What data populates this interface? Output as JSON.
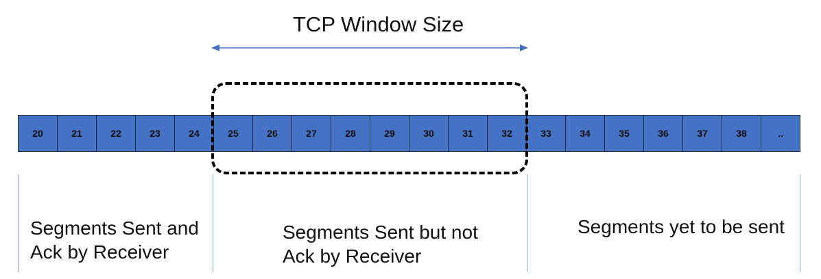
{
  "title": "TCP Window Size",
  "segments": [
    "20",
    "21",
    "22",
    "23",
    "24",
    "25",
    "26",
    "27",
    "28",
    "29",
    "30",
    "31",
    "32",
    "33",
    "34",
    "35",
    "36",
    "37",
    "38",
    ".."
  ],
  "window": {
    "first_segment": "25",
    "last_segment": "32"
  },
  "regions": [
    {
      "lines": [
        "Segments Sent and",
        "Ack by Receiver"
      ]
    },
    {
      "lines": [
        "Segments Sent but not",
        "Ack by Receiver"
      ]
    },
    {
      "lines": [
        "Segments yet to be sent"
      ]
    }
  ],
  "colors": {
    "segment_fill": "#4472c4",
    "arrow": "#4472c4",
    "divider": "#7da1d8",
    "window_border": "#000000"
  }
}
